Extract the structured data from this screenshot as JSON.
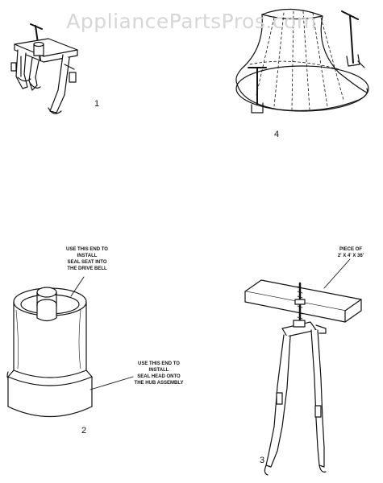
{
  "watermark": "AppliancePartsPros.com",
  "parts": [
    {
      "number": "1"
    },
    {
      "number": "2"
    },
    {
      "number": "3"
    },
    {
      "number": "4"
    }
  ],
  "callouts": {
    "seal_seat": [
      "USE THIS END TO",
      "INSTALL",
      "SEAL SEAT INTO",
      "THE DRIVE BELL"
    ],
    "seal_head": [
      "USE THIS END TO",
      "INSTALL",
      "SEAL HEAD ONTO",
      "THE HUB ASSEMBLY"
    ],
    "board": [
      "PIECE OF",
      "2' x 4' x 36'"
    ]
  }
}
